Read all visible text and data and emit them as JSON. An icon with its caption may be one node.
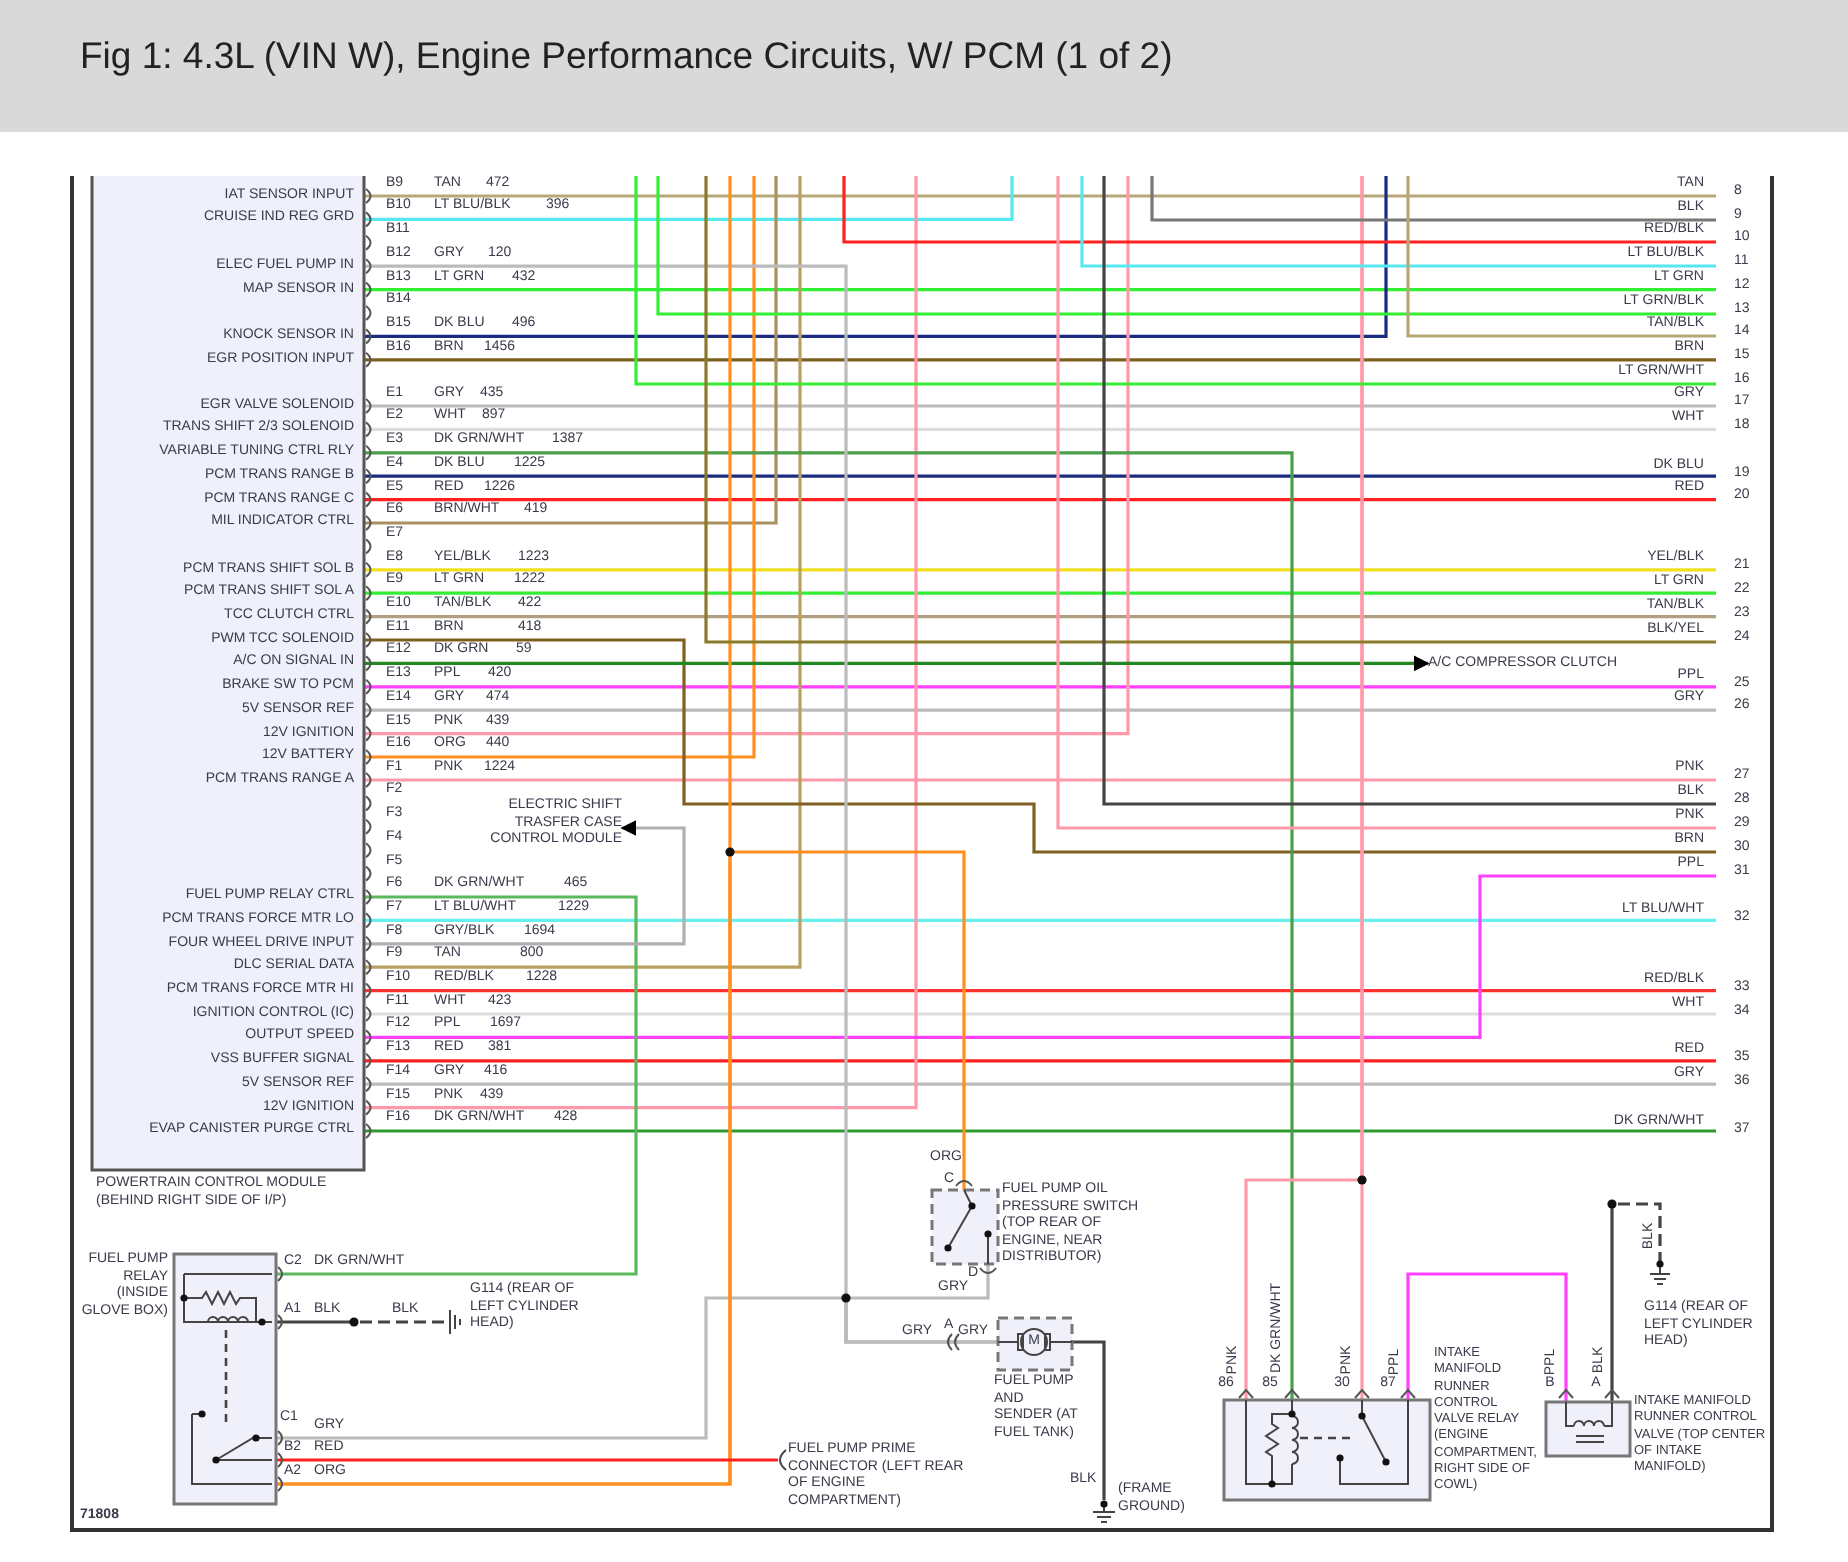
{
  "diagram": {
    "title": "Fig 1: 4.3L (VIN W), Engine Performance Circuits, W/ PCM (1 of 2)",
    "nodes": [
      {
        "text": [
          "IAT SENSOR INPUT",
          "CRUISE IND REG GRD",
          "ELEC FUEL PUMP IN",
          "MAP SENSOR IN",
          "KNOCK SENSOR IN",
          "EGR POSITION INPUT",
          "EGR VALVE SOLENOID",
          "TRANS SHIFT 2/3 SOLENOID",
          "VARIABLE TUNING CTRL RLY",
          "PCM TRANS RANGE B",
          "PCM TRANS RANGE C",
          "MIL INDICATOR CTRL",
          "PCM TRANS SHIFT SOL B",
          "PCM TRANS SHIFT SOL A",
          "TCC CLUTCH CTRL",
          "PWM TCC SOLENOID",
          "A/C ON SIGNAL IN",
          "BRAKE SW TO PCM",
          "5V SENSOR REF",
          "12V IGNITION",
          "12V BATTERY",
          "PCM TRANS RANGE A",
          "FUEL PUMP RELAY CTRL",
          "PCM TRANS FORCE MTR LO",
          "FOUR WHEEL DRIVE INPUT",
          "DLC SERIAL DATA",
          "PCM TRANS FORCE MTR HI",
          "IGNITION CONTROL (IC)",
          "OUTPUT SPEED",
          "VSS BUFFER SIGNAL",
          "5V SENSOR REF",
          "12V IGNITION",
          "EVAP CANISTER PURGE CTRL",
          "POWERTRAIN CONTROL MODULE (BEHIND RIGHT SIDE OF I/P)"
        ]
      },
      {
        "text": [
          "ELECTRIC SHIFT TRASFER CASE CONTROL MODULE"
        ]
      },
      {
        "text": [
          "A/C COMPRESSOR CLUTCH"
        ]
      },
      {
        "text": [
          "FUEL PUMP RELAY (INSIDE GLOVE BOX)"
        ]
      },
      {
        "text": [
          "G114 (REAR OF LEFT CYLINDER HEAD)"
        ]
      },
      {
        "text": [
          "FUEL PUMP OIL PRESSURE SWITCH (TOP REAR OF ENGINE, NEAR DISTRIBUTOR)"
        ]
      },
      {
        "text": [
          "FUEL PUMP AND SENDER (AT FUEL TANK)"
        ]
      },
      {
        "text": [
          "FUEL PUMP PRIME CONNECTOR (LEFT REAR OF ENGINE COMPARTMENT)"
        ]
      },
      {
        "text": [
          "(FRAME GROUND)"
        ]
      },
      {
        "text": [
          "INTAKE MANIFOLD RUNNER CONTROL VALVE RELAY (ENGINE COMPARTMENT, RIGHT SIDE OF COWL)"
        ]
      },
      {
        "text": [
          "INTAKE MANIFOLD RUNNER CONTROL VALVE (TOP CENTER OF INTAKE MANIFOLD)"
        ]
      },
      {
        "text": [
          "G114 (REAR OF LEFT CYLINDER HEAD)"
        ]
      },
      {
        "text": [
          "8"
        ]
      },
      {
        "text": [
          "9"
        ]
      },
      {
        "text": [
          "10"
        ]
      },
      {
        "text": [
          "11"
        ]
      },
      {
        "text": [
          "12"
        ]
      },
      {
        "text": [
          "13"
        ]
      },
      {
        "text": [
          "14"
        ]
      },
      {
        "text": [
          "15"
        ]
      },
      {
        "text": [
          "16"
        ]
      },
      {
        "text": [
          "17"
        ]
      },
      {
        "text": [
          "18"
        ]
      },
      {
        "text": [
          "19"
        ]
      },
      {
        "text": [
          "20"
        ]
      },
      {
        "text": [
          "21"
        ]
      },
      {
        "text": [
          "22"
        ]
      },
      {
        "text": [
          "23"
        ]
      },
      {
        "text": [
          "24"
        ]
      },
      {
        "text": [
          "25"
        ]
      },
      {
        "text": [
          "26"
        ]
      },
      {
        "text": [
          "27"
        ]
      },
      {
        "text": [
          "28"
        ]
      },
      {
        "text": [
          "29"
        ]
      },
      {
        "text": [
          "30"
        ]
      },
      {
        "text": [
          "31"
        ]
      },
      {
        "text": [
          "32"
        ]
      },
      {
        "text": [
          "33"
        ]
      },
      {
        "text": [
          "34"
        ]
      },
      {
        "text": [
          "35"
        ]
      },
      {
        "text": [
          "36"
        ]
      },
      {
        "text": [
          "37"
        ]
      }
    ],
    "edges": [
      {
        "from": 0,
        "to": 12,
        "arrow": "none",
        "color": "#b8a878"
      },
      {
        "from": 0,
        "to": 16,
        "arrow": "none",
        "color": "#33ee33"
      },
      {
        "from": 0,
        "to": 19,
        "arrow": "none",
        "color": "#806020"
      },
      {
        "from": 0,
        "to": 21,
        "arrow": "none",
        "color": "#bbbbbb"
      },
      {
        "from": 0,
        "to": 22,
        "arrow": "none",
        "color": "#dddddd"
      },
      {
        "from": 0,
        "to": 23,
        "arrow": "none",
        "color": "#1a2b80"
      },
      {
        "from": 0,
        "to": 24,
        "arrow": "none",
        "color": "#ff2020"
      },
      {
        "from": 0,
        "to": 25,
        "arrow": "none",
        "color": "#f0e020"
      },
      {
        "from": 0,
        "to": 26,
        "arrow": "none",
        "color": "#33ee33"
      },
      {
        "from": 0,
        "to": 27,
        "arrow": "none",
        "color": "#b0a080"
      },
      {
        "from": 0,
        "to": 29,
        "arrow": "none",
        "color": "#ff40ff"
      },
      {
        "from": 0,
        "to": 30,
        "arrow": "none",
        "color": "#bbbbbb"
      },
      {
        "from": 0,
        "to": 31,
        "arrow": "none",
        "color": "#ff99aa"
      },
      {
        "from": 0,
        "to": 36,
        "arrow": "none",
        "color": "#66f0f0"
      },
      {
        "from": 0,
        "to": 37,
        "arrow": "none",
        "color": "#ff3030"
      },
      {
        "from": 0,
        "to": 38,
        "arrow": "none",
        "color": "#dddddd"
      },
      {
        "from": 0,
        "to": 39,
        "arrow": "none",
        "color": "#ff2020"
      },
      {
        "from": 0,
        "to": 40,
        "arrow": "none",
        "color": "#bbbbbb"
      },
      {
        "from": 0,
        "to": 41,
        "arrow": "none",
        "color": "#2e9a2e"
      },
      {
        "from": 0,
        "to": null,
        "arrow": "none",
        "color": "#55e8f0"
      },
      {
        "from": 0,
        "to": null,
        "arrow": "none",
        "color": "#1a2b80"
      },
      {
        "from": 0,
        "to": null,
        "arrow": "none",
        "color": "#a89060"
      },
      {
        "from": 0,
        "to": null,
        "arrow": "none",
        "color": "#ff99aa"
      },
      {
        "from": 0,
        "to": null,
        "arrow": "none",
        "color": "#ff9020"
      },
      {
        "from": 0,
        "to": null,
        "arrow": "none",
        "color": "#b8a060"
      },
      {
        "from": 0,
        "to": null,
        "arrow": "none",
        "color": "#ff99aa"
      },
      {
        "from": 0,
        "to": 34,
        "arrow": "none",
        "color": "#806020"
      },
      {
        "from": 0,
        "to": 35,
        "arrow": "none",
        "color": "#ff40ff"
      },
      {
        "from": 0,
        "to": 9,
        "arrow": "none",
        "color": "#4aa04a"
      },
      {
        "from": 0,
        "to": 2,
        "arrow": "to",
        "color": "#228822"
      },
      {
        "from": 0,
        "to": 3,
        "arrow": "none",
        "color": "#5cb85c"
      },
      {
        "from": 0,
        "to": 1,
        "arrow": "to",
        "color": "#b0b0b0"
      },
      {
        "from": 0,
        "to": 6,
        "arrow": "none",
        "color": "#bbbbbb"
      },
      {
        "from": 3,
        "to": 6,
        "arrow": "none",
        "color": "#bbbbbb"
      },
      {
        "from": 5,
        "to": 6,
        "arrow": "none",
        "color": "#bbbbbb"
      },
      {
        "from": 3,
        "to": 5,
        "arrow": "none",
        "color": "#ff9020"
      },
      {
        "from": 3,
        "to": null,
        "arrow": "none",
        "color": "#ff9020"
      },
      {
        "from": 3,
        "to": 4,
        "arrow": "none",
        "style": "dashed",
        "color": "#444444"
      },
      {
        "from": 3,
        "to": 7,
        "arrow": "none",
        "color": "#ff2020"
      },
      {
        "from": 6,
        "to": 8,
        "arrow": "none",
        "color": "#444444"
      },
      {
        "from": null,
        "to": 9,
        "arrow": "none",
        "color": "#ff99aa"
      },
      {
        "from": null,
        "to": 9,
        "arrow": "none",
        "color": "#ff99aa"
      },
      {
        "from": 9,
        "to": 10,
        "arrow": "none",
        "color": "#ff40ff"
      },
      {
        "from": 10,
        "to": 11,
        "arrow": "none",
        "style": "dashed",
        "color": "#444444"
      },
      {
        "from": null,
        "to": 20,
        "arrow": "none",
        "color": "#33ee33"
      },
      {
        "from": null,
        "to": 17,
        "arrow": "none",
        "color": "#33ee33"
      },
      {
        "from": null,
        "to": 28,
        "arrow": "none",
        "color": "#8a7a2a"
      },
      {
        "from": null,
        "to": 14,
        "arrow": "none",
        "color": "#ff2020"
      },
      {
        "from": null,
        "to": 33,
        "arrow": "none",
        "color": "#ff99aa"
      },
      {
        "from": null,
        "to": 15,
        "arrow": "none",
        "color": "#55e8f0"
      },
      {
        "from": null,
        "to": 32,
        "arrow": "none",
        "color": "#444444"
      },
      {
        "from": null,
        "to": 13,
        "arrow": "none",
        "color": "#777777"
      },
      {
        "from": null,
        "to": 18,
        "arrow": "none",
        "color": "#b8a878"
      }
    ],
    "labels": [
      "B9",
      "TAN",
      "472",
      "B10",
      "LT BLU/BLK",
      "396",
      "B11",
      "B12",
      "GRY",
      "120",
      "B13",
      "LT GRN",
      "432",
      "B14",
      "B15",
      "DK BLU",
      "496",
      "B16",
      "BRN",
      "1456",
      "E1",
      "GRY",
      "435",
      "E2",
      "WHT",
      "897",
      "E3",
      "DK GRN/WHT",
      "1387",
      "E4",
      "DK BLU",
      "1225",
      "E5",
      "RED",
      "1226",
      "E6",
      "BRN/WHT",
      "419",
      "E7",
      "E8",
      "YEL/BLK",
      "1223",
      "E9",
      "LT GRN",
      "1222",
      "E10",
      "TAN/BLK",
      "422",
      "E11",
      "BRN",
      "418",
      "E12",
      "DK GRN",
      "59",
      "E13",
      "PPL",
      "420",
      "E14",
      "GRY",
      "474",
      "E15",
      "PNK",
      "439",
      "E16",
      "ORG",
      "440",
      "F1",
      "PNK",
      "1224",
      "F2",
      "F3",
      "F4",
      "F5",
      "F6",
      "DK GRN/WHT",
      "465",
      "F7",
      "LT BLU/WHT",
      "1229",
      "F8",
      "GRY/BLK",
      "1694",
      "F9",
      "TAN",
      "800",
      "F10",
      "RED/BLK",
      "1228",
      "F11",
      "WHT",
      "423",
      "F12",
      "PPL",
      "1697",
      "F13",
      "RED",
      "381",
      "F14",
      "GRY",
      "416",
      "F15",
      "PNK",
      "439",
      "F16",
      "DK GRN/WHT",
      "428",
      "TAN",
      "BLK",
      "RED/BLK",
      "LT BLU/BLK",
      "LT GRN",
      "LT GRN/BLK",
      "TAN/BLK",
      "BRN",
      "LT GRN/WHT",
      "GRY",
      "WHT",
      "DK BLU",
      "RED",
      "YEL/BLK",
      "LT GRN",
      "TAN/BLK",
      "BLK/YEL",
      "PPL",
      "GRY",
      "PNK",
      "BLK",
      "PNK",
      "BRN",
      "PPL",
      "LT BLU/WHT",
      "RED/BLK",
      "WHT",
      "RED",
      "GRY",
      "DK GRN/WHT",
      "C2",
      "DK GRN/WHT",
      "A1",
      "BLK",
      "BLK",
      "C1",
      "GRY",
      "B2",
      "RED",
      "A2",
      "ORG",
      "ORG",
      "C",
      "D",
      "GRY",
      "GRY",
      "A",
      "GRY",
      "BLK",
      "PNK",
      "DK GRN/WHT",
      "PNK",
      "PPL",
      "86",
      "85",
      "30",
      "87",
      "PPL",
      "BLK",
      "B",
      "A",
      "BLK",
      "71808",
      "M"
    ]
  }
}
